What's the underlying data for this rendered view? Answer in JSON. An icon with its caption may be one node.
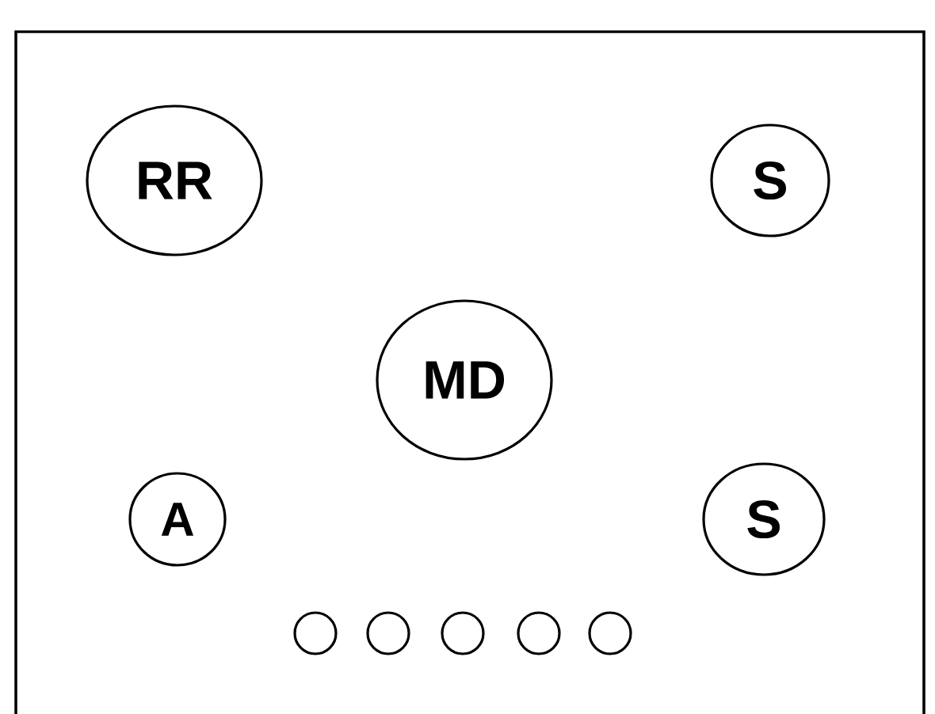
{
  "diagram": {
    "nodes": [
      {
        "text": [],
        "shape": "box"
      },
      {
        "text": [
          "RR"
        ],
        "in": 0
      },
      {
        "text": [
          "S"
        ],
        "in": 0
      },
      {
        "text": [
          "MD"
        ],
        "in": 0
      },
      {
        "text": [
          "A"
        ],
        "in": 0
      },
      {
        "text": [
          "S"
        ],
        "in": 0
      },
      {
        "text": [],
        "shape": "circle",
        "in": 0
      },
      {
        "text": [],
        "shape": "circle",
        "in": 0
      },
      {
        "text": [],
        "shape": "circle",
        "in": 0
      },
      {
        "text": [],
        "shape": "circle",
        "in": 0
      },
      {
        "text": [],
        "shape": "circle",
        "in": 0
      }
    ]
  }
}
